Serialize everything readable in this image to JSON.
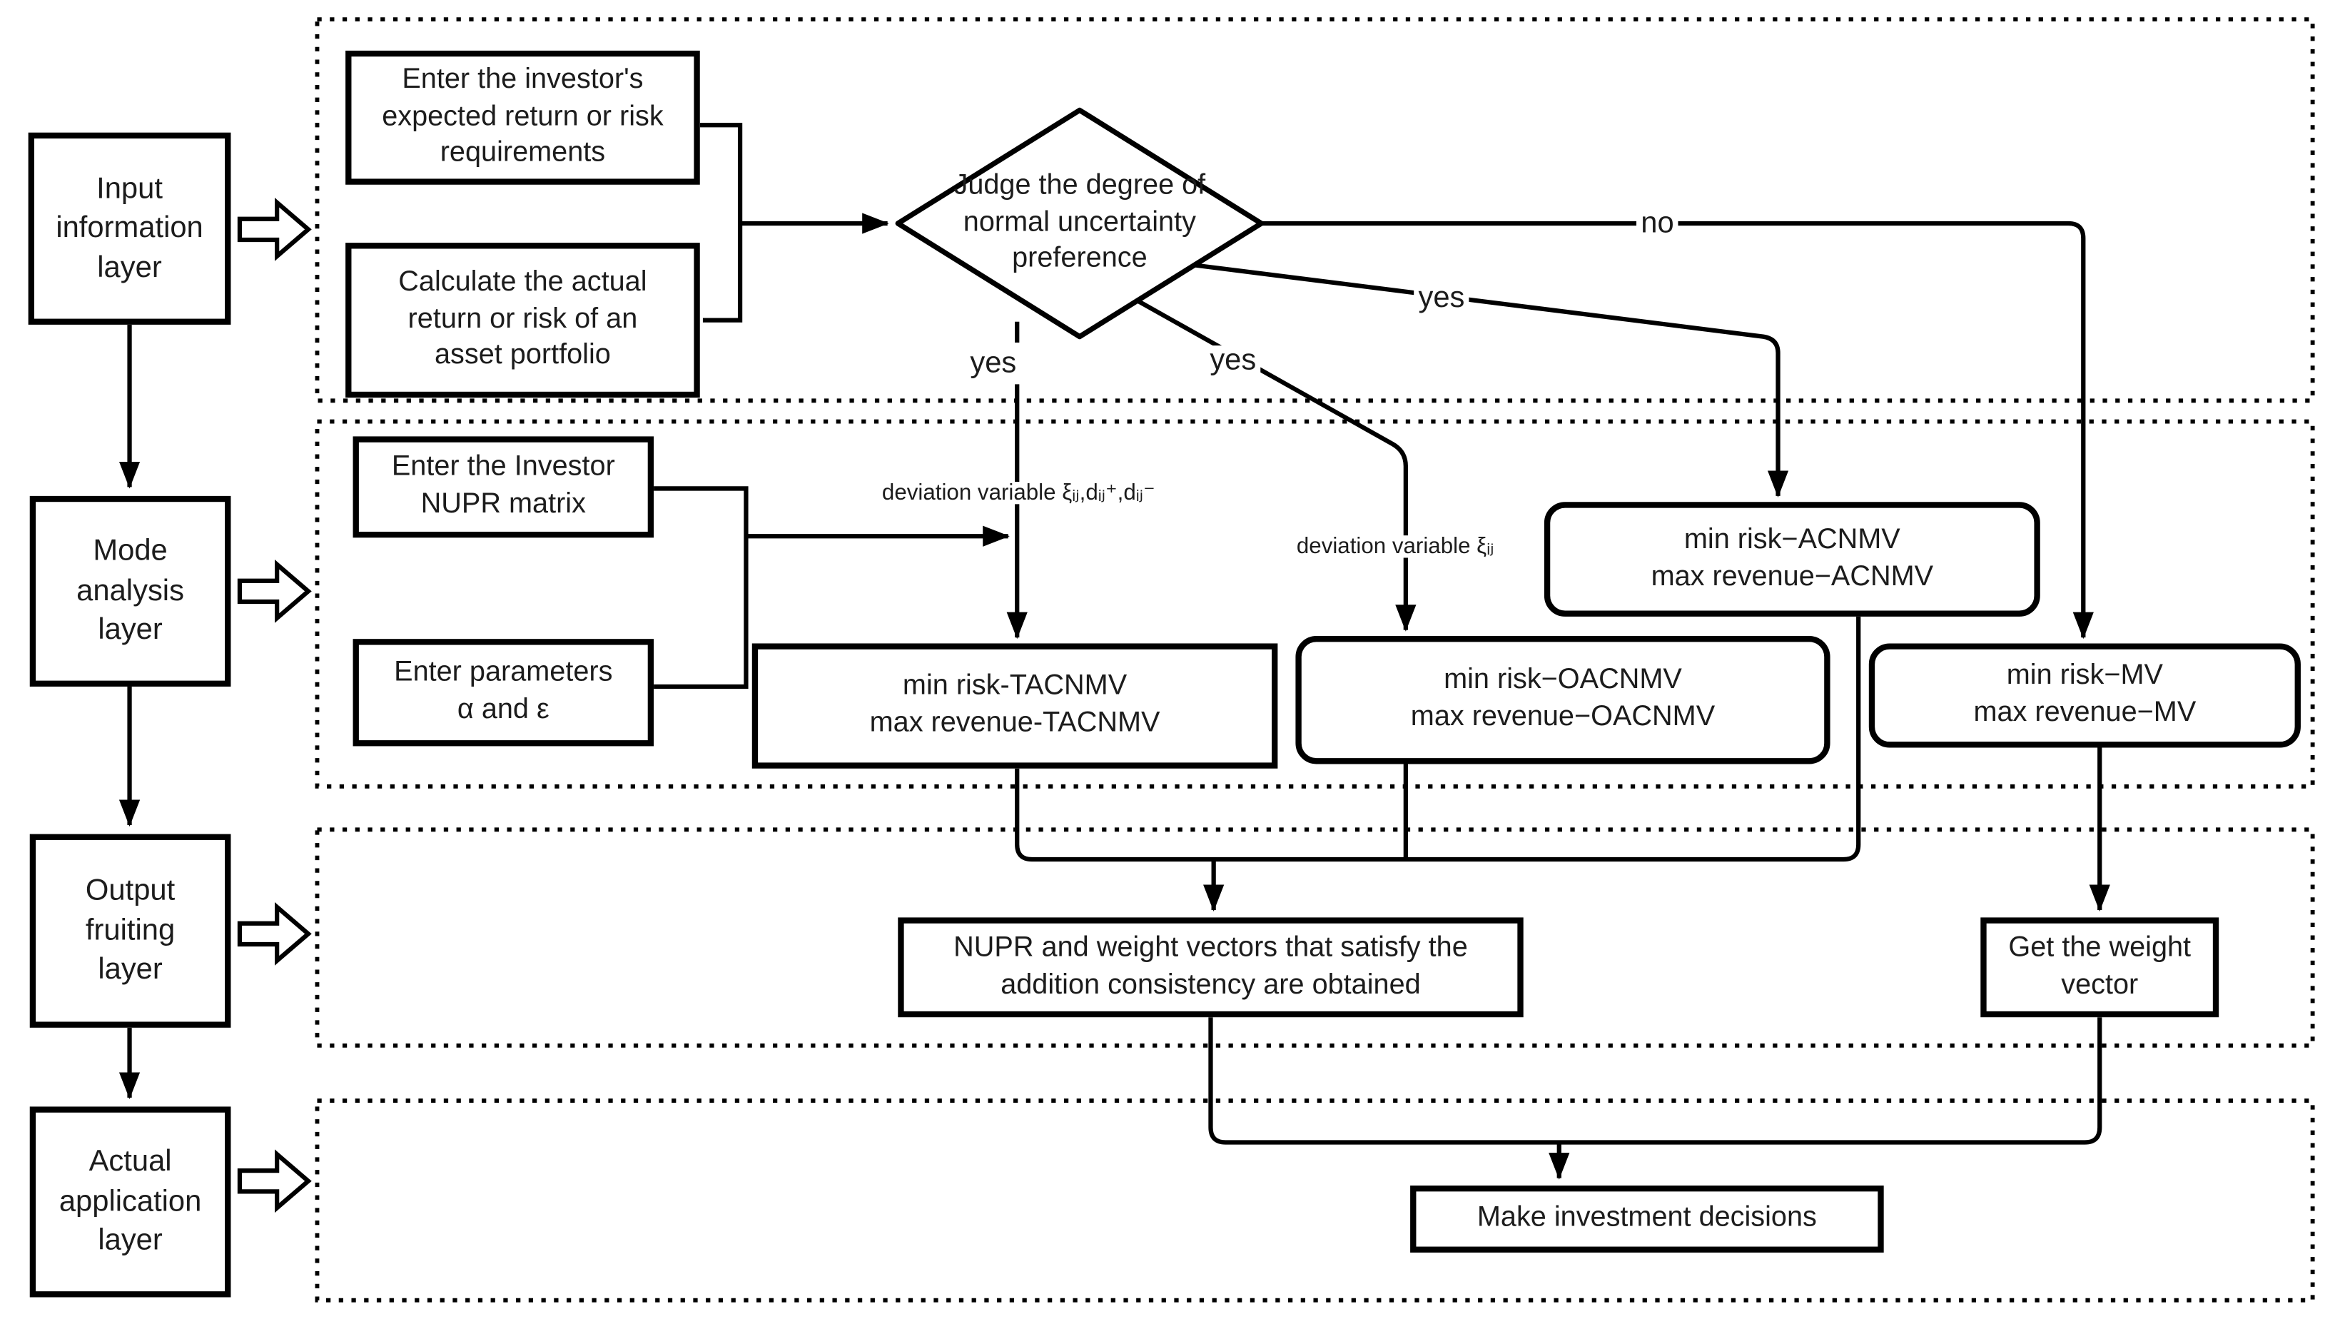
{
  "colors": {
    "line": "#000000",
    "text": "#1c1c1c",
    "background": "#ffffff"
  },
  "left_column": {
    "layers": [
      {
        "label": "Input\ninformation\nlayer"
      },
      {
        "label": "Mode\nanalysis\nlayer"
      },
      {
        "label": "Output\nfruiting\nlayer"
      },
      {
        "label": "Actual\napplication\nlayer"
      }
    ]
  },
  "input_layer": {
    "expected_return_box": "Enter the investor's\nexpected return or risk\nrequirements",
    "actual_return_box": "Calculate the actual\nreturn or risk of an\nasset portfolio",
    "decision_diamond": "Judge the degree of\nnormal uncertainty\npreference",
    "labels": {
      "no": "no",
      "yes_left": "yes",
      "yes_middle": "yes",
      "yes_right": "yes"
    }
  },
  "mode_layer": {
    "nupr_matrix_box": "Enter the Investor\nNUPR matrix",
    "parameters_box": "Enter parameters\nα and ε",
    "deviation_full_label": "deviation variable ξᵢⱼ,dᵢⱼ⁺,dᵢⱼ⁻",
    "deviation_xi_label": "deviation variable ξᵢⱼ",
    "tacnmv_box": "min risk-TACNMV\nmax revenue-TACNMV",
    "oacnmv_box": "min risk−OACNMV\nmax revenue−OACNMV",
    "acnmv_box": "min risk−ACNMV\nmax revenue−ACNMV",
    "mv_box": "min risk−MV\nmax revenue−MV"
  },
  "output_layer": {
    "nupr_weights_box": "NUPR and weight vectors that satisfy the\naddition consistency are obtained",
    "weight_vector_box": "Get the weight\nvector"
  },
  "application_layer": {
    "decision_box": "Make investment decisions"
  }
}
